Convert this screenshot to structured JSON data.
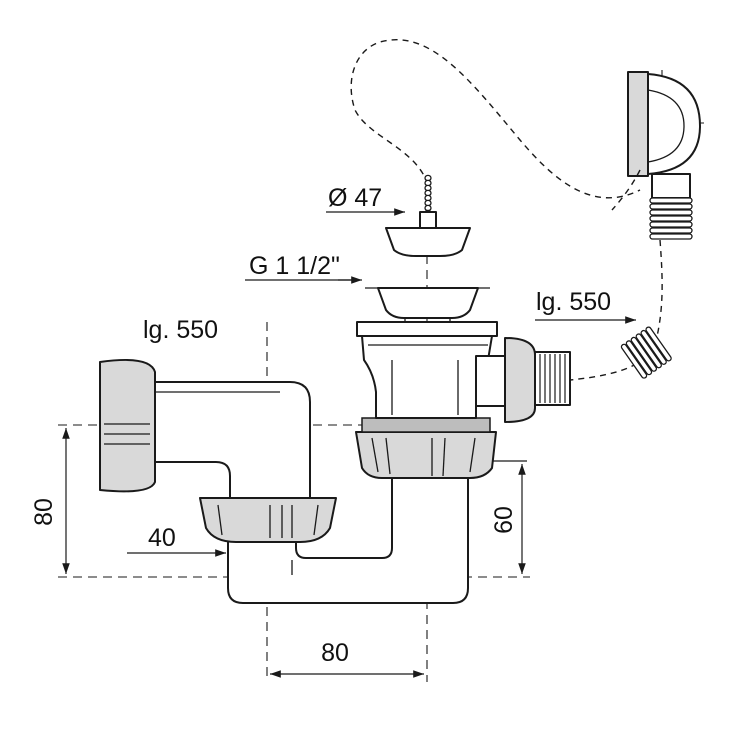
{
  "labels": {
    "diameter_stopper": "Ø 47",
    "thread_size": "G 1 1/2\"",
    "length_left": "lg. 550",
    "length_right": "lg. 550",
    "dim_height_80": "80",
    "dim_40": "40",
    "dim_60": "60",
    "dim_width_80": "80"
  },
  "colors": {
    "line": "#1a1a1a",
    "part_fill": "#d9d9d9",
    "background": "#ffffff"
  }
}
